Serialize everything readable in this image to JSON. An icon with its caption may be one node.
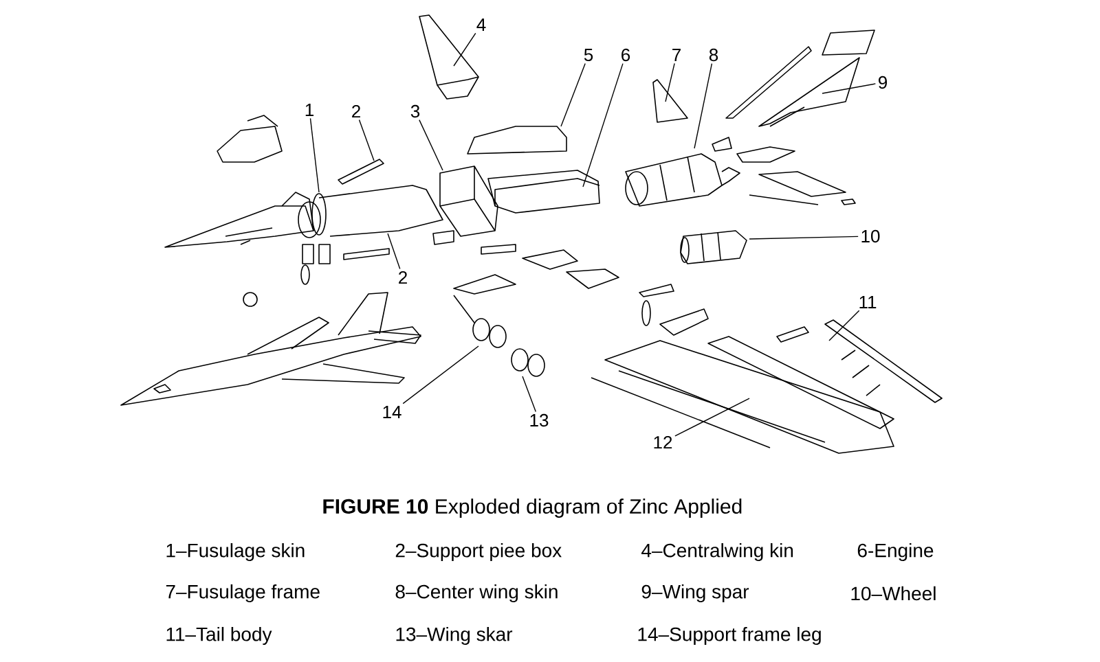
{
  "diagram": {
    "caption": "**FIGURE 10** Exploded diagram of Zinc Applied",
    "nodes": [
      {
        "text": [
          "4"
        ]
      },
      {
        "text": [
          "5"
        ]
      },
      {
        "text": [
          "6"
        ]
      },
      {
        "text": [
          "7"
        ]
      },
      {
        "text": [
          "8"
        ]
      },
      {
        "text": [
          "9"
        ]
      },
      {
        "text": [
          "1"
        ]
      },
      {
        "text": [
          "2"
        ]
      },
      {
        "text": [
          "3"
        ]
      },
      {
        "text": [
          "10"
        ]
      },
      {
        "text": [
          "2"
        ]
      },
      {
        "text": [
          "11"
        ]
      },
      {
        "text": [
          "14"
        ]
      },
      {
        "text": [
          "13"
        ]
      },
      {
        "text": [
          "12"
        ]
      }
    ],
    "edges": [
      {
        "from": 0,
        "to": null,
        "arrow": "none"
      },
      {
        "from": 1,
        "to": null,
        "arrow": "none"
      },
      {
        "from": 2,
        "to": null,
        "arrow": "none"
      },
      {
        "from": 3,
        "to": null,
        "arrow": "none"
      },
      {
        "from": 4,
        "to": null,
        "arrow": "none"
      },
      {
        "from": 5,
        "to": null,
        "arrow": "none"
      },
      {
        "from": 6,
        "to": null,
        "arrow": "none"
      },
      {
        "from": 7,
        "to": null,
        "arrow": "none"
      },
      {
        "from": 8,
        "to": null,
        "arrow": "none"
      },
      {
        "from": 9,
        "to": null,
        "arrow": "none"
      },
      {
        "from": 10,
        "to": null,
        "arrow": "none"
      },
      {
        "from": 11,
        "to": null,
        "arrow": "none"
      },
      {
        "from": 12,
        "to": null,
        "arrow": "none"
      },
      {
        "from": 13,
        "to": null,
        "arrow": "none"
      },
      {
        "from": 14,
        "to": null,
        "arrow": "none"
      }
    ],
    "labels": [
      "1–Fusulage skin",
      "2–Support piee box",
      "4–Centralwing kin",
      "6-Engine",
      "7–Fusulage frame",
      "8–Center wing skin",
      "9–Wing spar",
      "10–Wheel",
      "11–Tail body",
      "13–Wing skar",
      "14–Support frame leg"
    ]
  }
}
